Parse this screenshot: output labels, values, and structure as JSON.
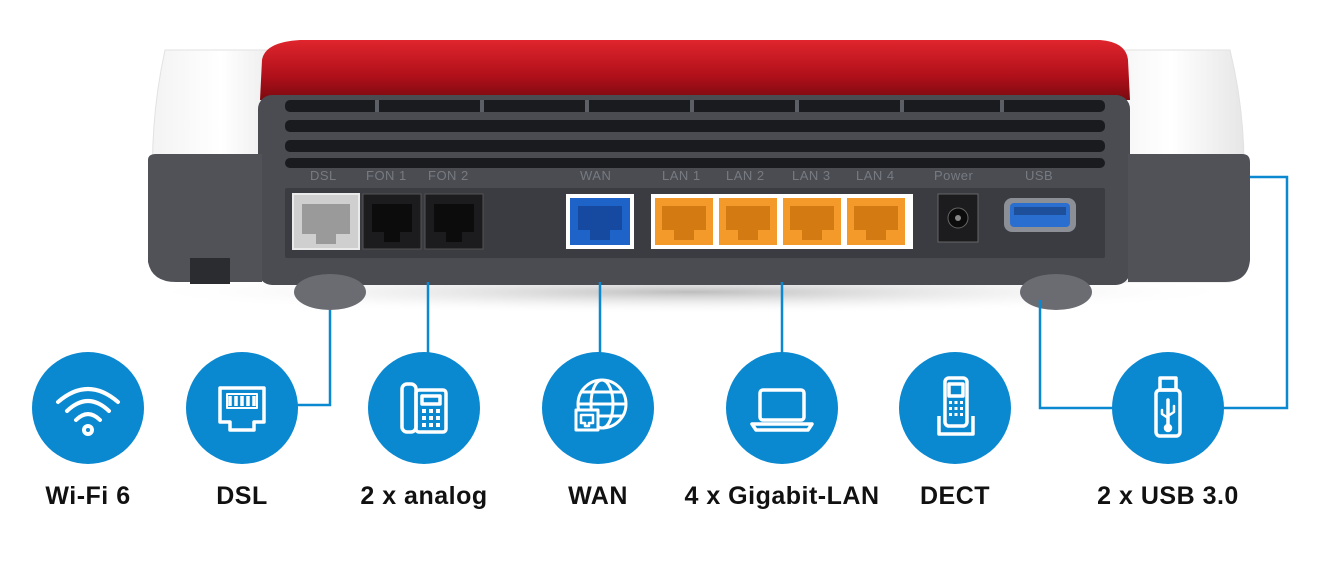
{
  "router": {
    "port_labels": {
      "dsl": "DSL",
      "fon1": "FON 1",
      "fon2": "FON 2",
      "wan": "WAN",
      "lan1": "LAN 1",
      "lan2": "LAN 2",
      "lan3": "LAN 3",
      "lan4": "LAN 4",
      "power": "Power",
      "usb": "USB"
    },
    "colors": {
      "housing_red": "#c8141e",
      "housing_dark": "#4a4c52",
      "wan_port": "#1e63c8",
      "lan_port": "#f39a2a",
      "usb_port": "#2a6fd0",
      "icon_blue": "#0a88d0",
      "connector_line": "#0a88d0"
    }
  },
  "features": [
    {
      "label": "Wi-Fi 6",
      "icon": "wifi-icon"
    },
    {
      "label": "DSL",
      "icon": "ethernet-port-icon"
    },
    {
      "label": "2 x analog",
      "icon": "desk-phone-icon"
    },
    {
      "label": "WAN",
      "icon": "globe-network-icon"
    },
    {
      "label": "4 x Gigabit-LAN",
      "icon": "laptop-icon"
    },
    {
      "label": "DECT",
      "icon": "cordless-phone-icon"
    },
    {
      "label": "2 x USB 3.0",
      "icon": "usb-stick-icon"
    }
  ]
}
